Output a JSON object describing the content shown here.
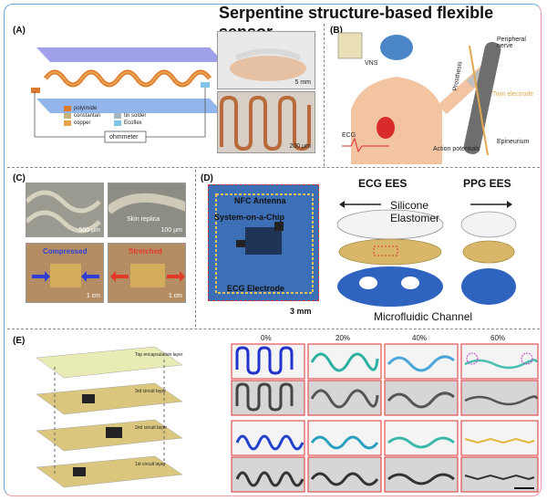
{
  "title": "Serpentine structure-based flexible sensor",
  "panels": {
    "A": {
      "label": "(A)",
      "legend": [
        {
          "name": "polyimide",
          "color": "#e07a2e"
        },
        {
          "name": "constantan",
          "color": "#c8b37a"
        },
        {
          "name": "copper",
          "color": "#e8a34e"
        },
        {
          "name": "tin solder",
          "color": "#a7b6c0"
        },
        {
          "name": "Ecoflex",
          "color": "#7fc3e8"
        }
      ],
      "meter_label": "ohmmeter",
      "scale_1": "5 mm",
      "scale_2": "200 μm"
    },
    "B": {
      "label": "(B)",
      "vns": "VNS",
      "ecg": "ECG",
      "prosthesis": "Prosthesis",
      "peripheral_nerve": "Peripheral nerve",
      "twin_electrode": "Twin electrode",
      "epineurium": "Epineurium",
      "action_potentials": "Action potentials"
    },
    "C": {
      "label": "(C)",
      "scale_1": "500 μm",
      "scale_2": "100 μm",
      "skin_replica": "Skin replica",
      "compressed": "Compressed",
      "stretched": "Stretched",
      "scale_3": "1 cm",
      "scale_4": "1 cm"
    },
    "D": {
      "label": "(D)",
      "nfc_antenna": "NFC Antenna",
      "soc": "System-on-a-Chip",
      "ecg_electrode": "ECG Electrode",
      "scale": "3 mm",
      "ecg_ees": "ECG EES",
      "ppg_ees": "PPG EES",
      "silicone": "Silicone",
      "elastomer": "Elastomer",
      "microfluidic": "Microfluidic Channel"
    },
    "E": {
      "label": "(E)",
      "strain_labels": [
        "0%",
        "20%",
        "40%",
        "60%"
      ],
      "layer_labels": [
        "Top encapsulation layer",
        "3rd circuit layer",
        "2nd circuit layer",
        "1st circuit layer"
      ]
    }
  },
  "colors": {
    "frame_top": "#6aa8d8",
    "frame_bottom": "#e89aa2",
    "compressed": "#2f3fd6",
    "stretched": "#e23a2a"
  }
}
